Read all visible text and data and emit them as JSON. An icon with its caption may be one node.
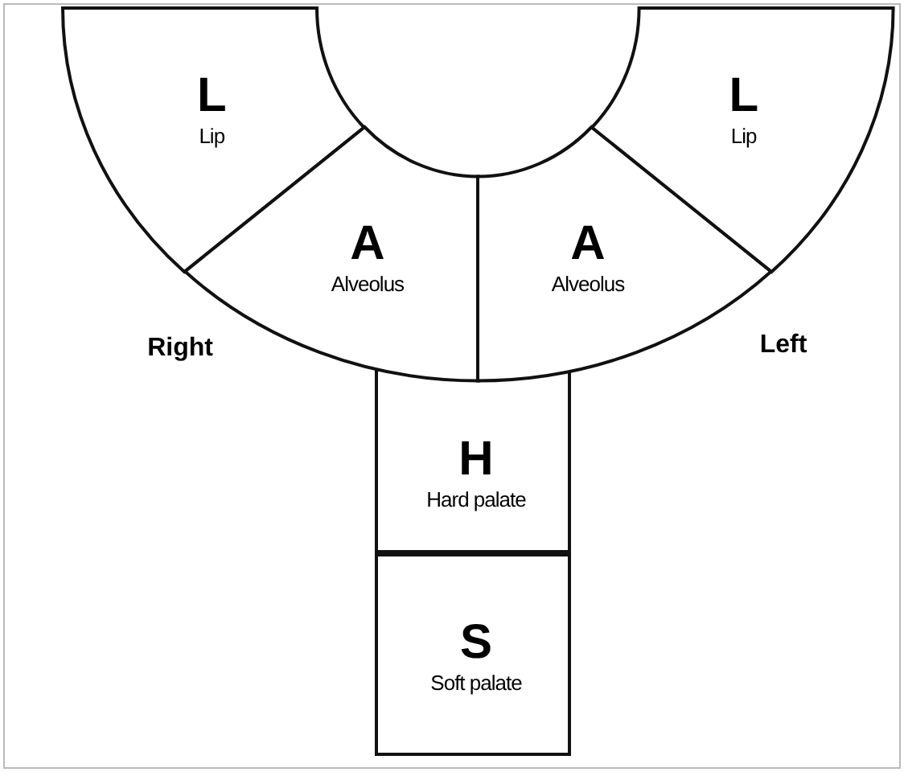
{
  "diagram": {
    "nodes": [
      {
        "text": [
          "L",
          "Lip"
        ]
      },
      {
        "text": [
          "A",
          "Alveolus"
        ]
      },
      {
        "text": [
          "A",
          "Alveolus"
        ]
      },
      {
        "text": [
          "L",
          "Lip"
        ]
      },
      {
        "text": [
          "H",
          "Hard palate"
        ]
      },
      {
        "text": [
          "S",
          "Soft palate"
        ]
      }
    ],
    "labels": [
      "Right",
      "Left"
    ]
  }
}
